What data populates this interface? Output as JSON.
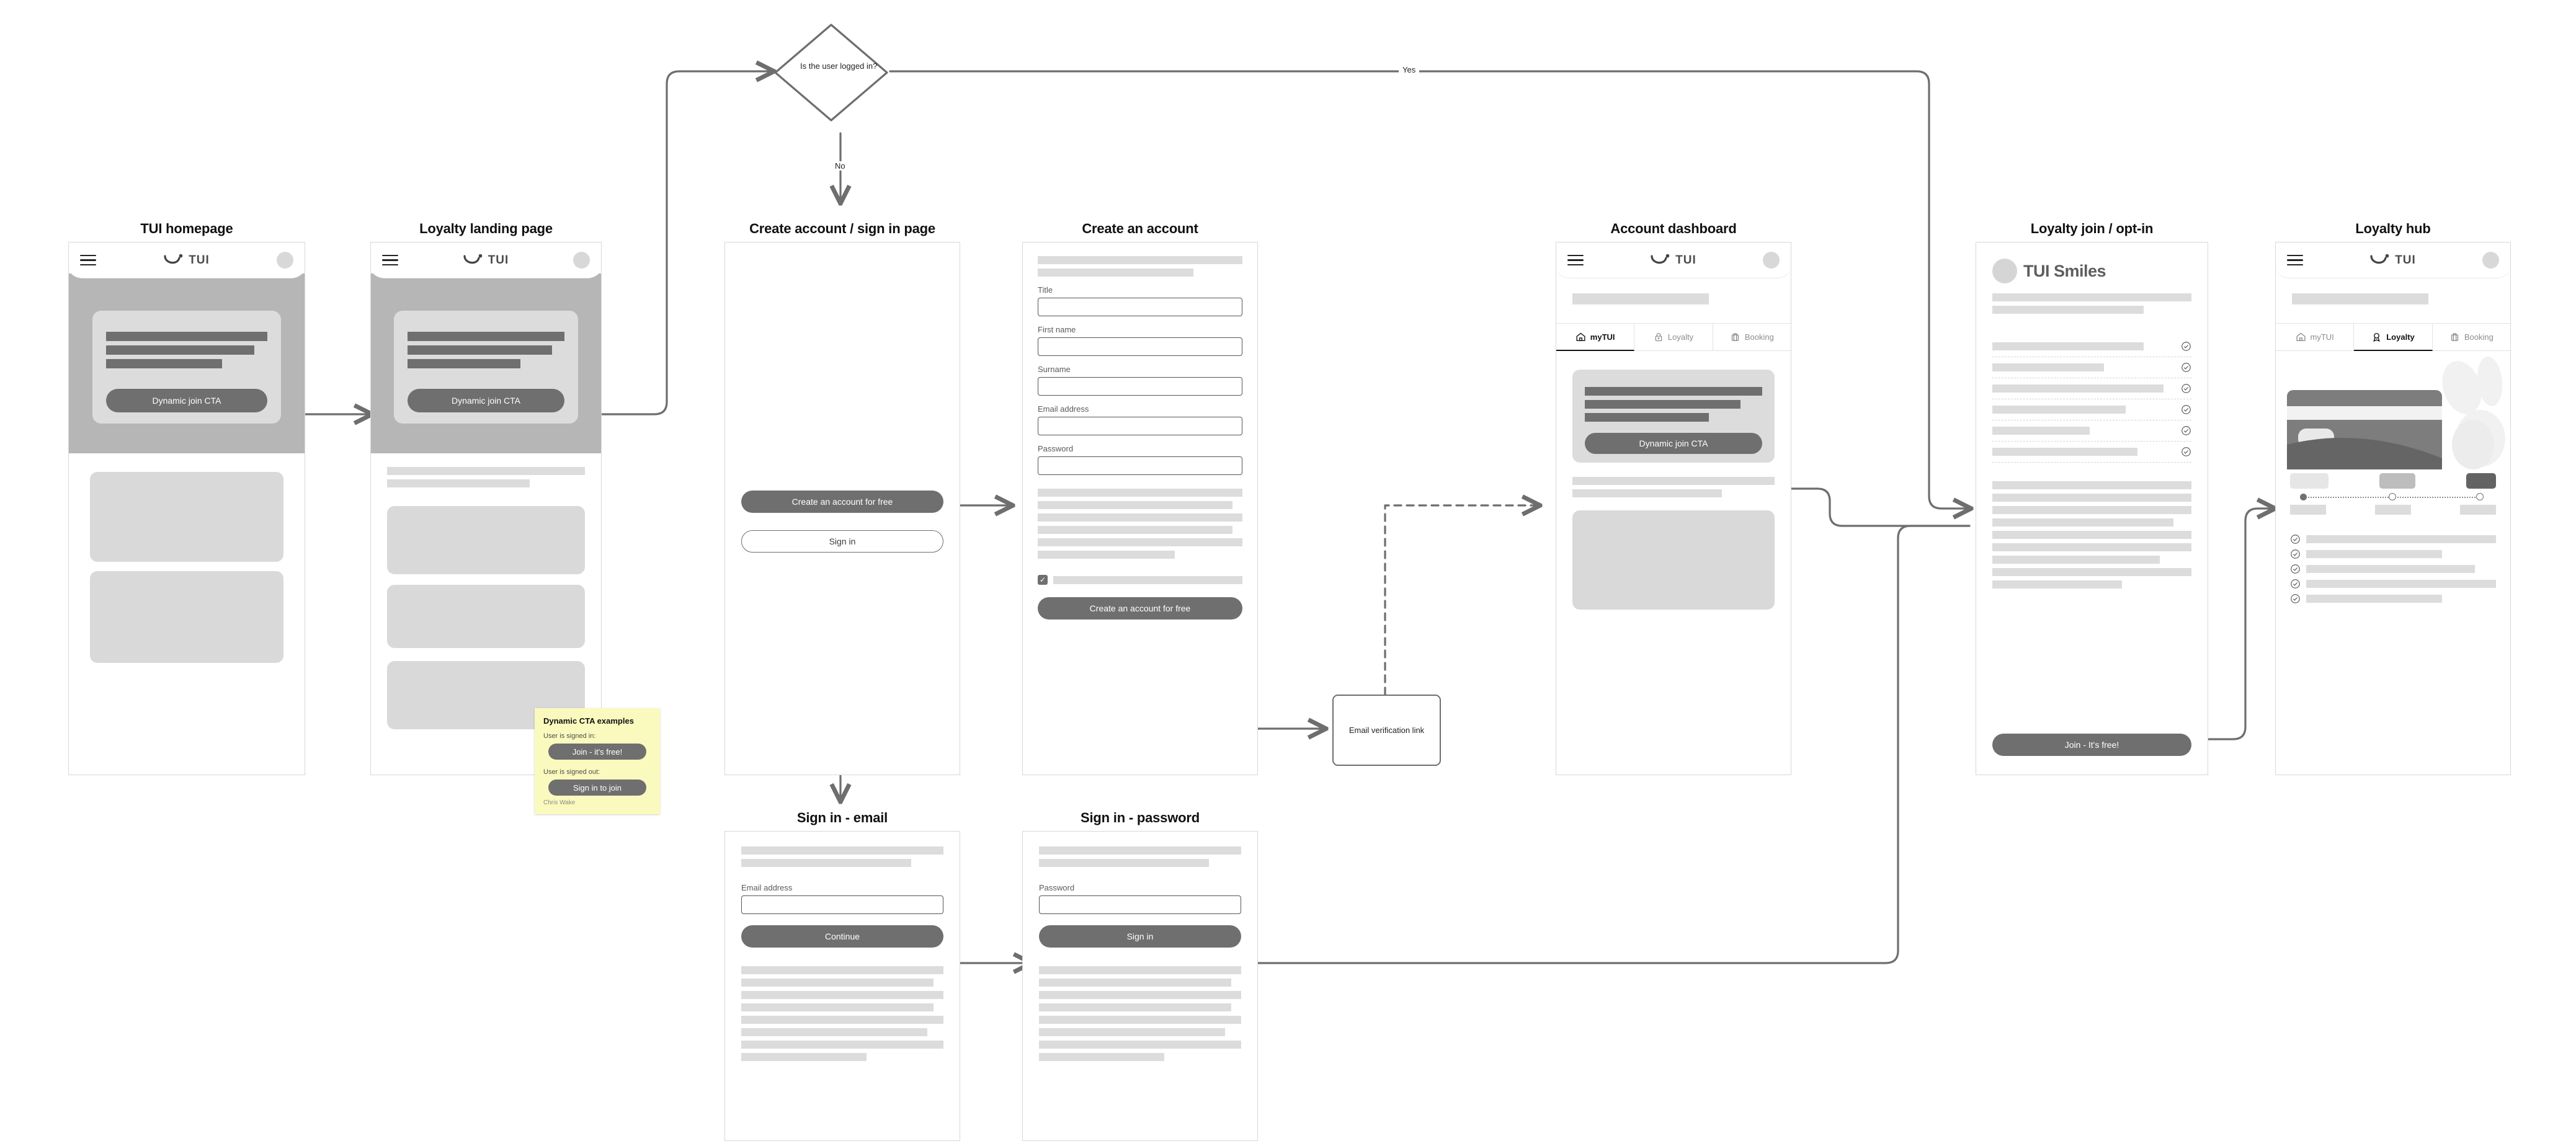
{
  "meta": {
    "brand_word": "TUI"
  },
  "flow": {
    "decision_label": "Is the user logged in?",
    "yes_label": "Yes",
    "no_label": "No",
    "verification_box": "Email verification link"
  },
  "screens": {
    "homepage": {
      "title": "TUI homepage",
      "cta": "Dynamic join CTA"
    },
    "loyalty_landing": {
      "title": "Loyalty landing page",
      "cta": "Dynamic join CTA"
    },
    "create_or_signin": {
      "title": "Create account / sign in page",
      "primary_btn": "Create an account for free",
      "secondary_btn": "Sign in"
    },
    "create_account": {
      "title": "Create an account",
      "fields": [
        {
          "label": "Title"
        },
        {
          "label": "First name"
        },
        {
          "label": "Surname"
        },
        {
          "label": "Email address"
        },
        {
          "label": "Password"
        }
      ],
      "submit_btn": "Create an account for free",
      "consent_checked": true
    },
    "signin_email": {
      "title": "Sign in - email",
      "field_label": "Email address",
      "submit_btn": "Continue"
    },
    "signin_password": {
      "title": "Sign in - password",
      "field_label": "Password",
      "submit_btn": "Sign in"
    },
    "account_dashboard": {
      "title": "Account dashboard",
      "tabs": [
        {
          "label": "myTUI",
          "icon": "home-icon",
          "active": true
        },
        {
          "label": "Loyalty",
          "icon": "lock-icon",
          "active": false
        },
        {
          "label": "Booking",
          "icon": "suitcase-icon",
          "active": false
        }
      ],
      "cta": "Dynamic join CTA"
    },
    "loyalty_optin": {
      "title": "Loyalty join / opt-in",
      "heading": "TUI Smiles",
      "benefit_count": 6,
      "join_btn": "Join - It's free!"
    },
    "loyalty_hub": {
      "title": "Loyalty hub",
      "tabs": [
        {
          "label": "myTUI",
          "icon": "home-icon",
          "active": false
        },
        {
          "label": "Loyalty",
          "icon": "award-icon",
          "active": true
        },
        {
          "label": "Booking",
          "icon": "suitcase-icon",
          "active": false
        }
      ],
      "tier_count": 3,
      "benefit_count": 5
    }
  },
  "sticky_note": {
    "title": "Dynamic CTA examples",
    "signed_in_label": "User is signed in:",
    "signed_in_cta": "Join - it's free!",
    "signed_out_label": "User is signed out:",
    "signed_out_cta": "Sign in to join",
    "signature": "Chris Wake"
  },
  "colors": {
    "line": "#6e6e6e",
    "button": "#6f6f6f",
    "placeholder": "#dcdcdc",
    "hero": "#b6b6b6",
    "sticky": "#fafabe"
  }
}
